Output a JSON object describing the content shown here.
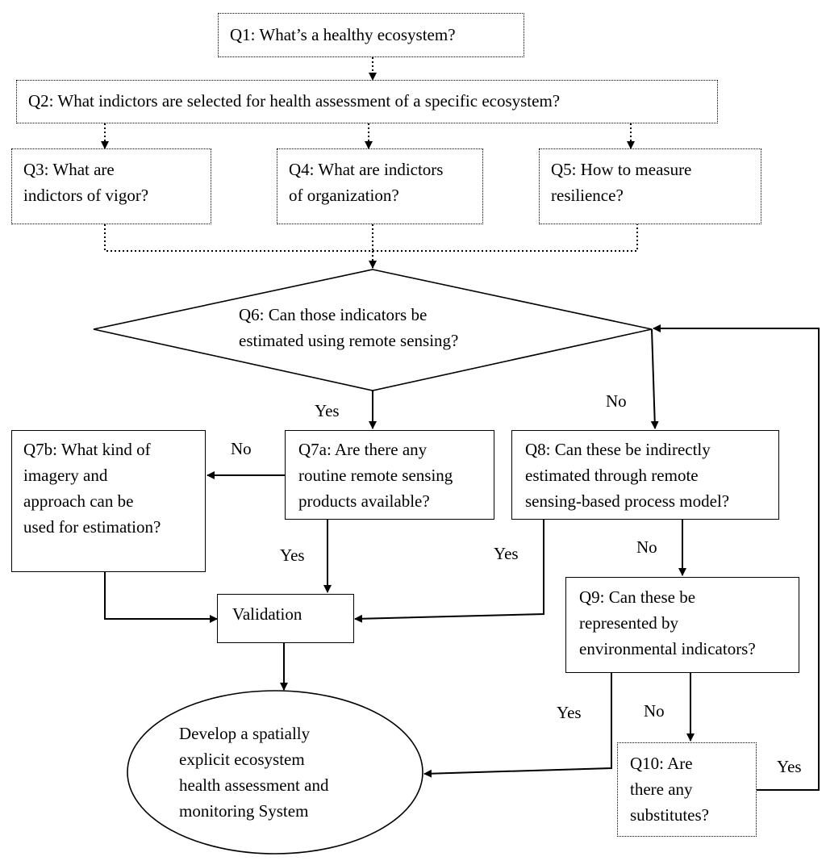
{
  "nodes": {
    "q1": "Q1: What’s a healthy ecosystem?",
    "q2": "Q2: What indictors are selected for health assessment of a specific ecosystem?",
    "q3": "Q3: What are\nindictors of vigor?",
    "q4": "Q4: What are indictors\nof organization?",
    "q5": "Q5: How to measure\nresilience?",
    "q6": "Q6: Can those indicators be\nestimated using remote sensing?",
    "q7a": "Q7a: Are there any\nroutine remote sensing\nproducts available?",
    "q7b": "Q7b: What kind of\nimagery and\napproach can be\nused for estimation?",
    "q8": "Q8: Can these be indirectly\nestimated through remote\nsensing-based process model?",
    "q9": "Q9: Can these be\nrepresented by\nenvironmental indicators?",
    "q10": "Q10: Are\nthere any\nsubstitutes?",
    "validation": "Validation",
    "develop": "Develop a spatially\nexplicit ecosystem\nhealth assessment and\nmonitoring System"
  },
  "edge_labels": {
    "q6_yes": "Yes",
    "q6_no": "No",
    "q7a_no": "No",
    "q7a_yes": "Yes",
    "q8_yes": "Yes",
    "q8_no": "No",
    "q9_yes": "Yes",
    "q9_no": "No",
    "q10_yes": "Yes"
  }
}
